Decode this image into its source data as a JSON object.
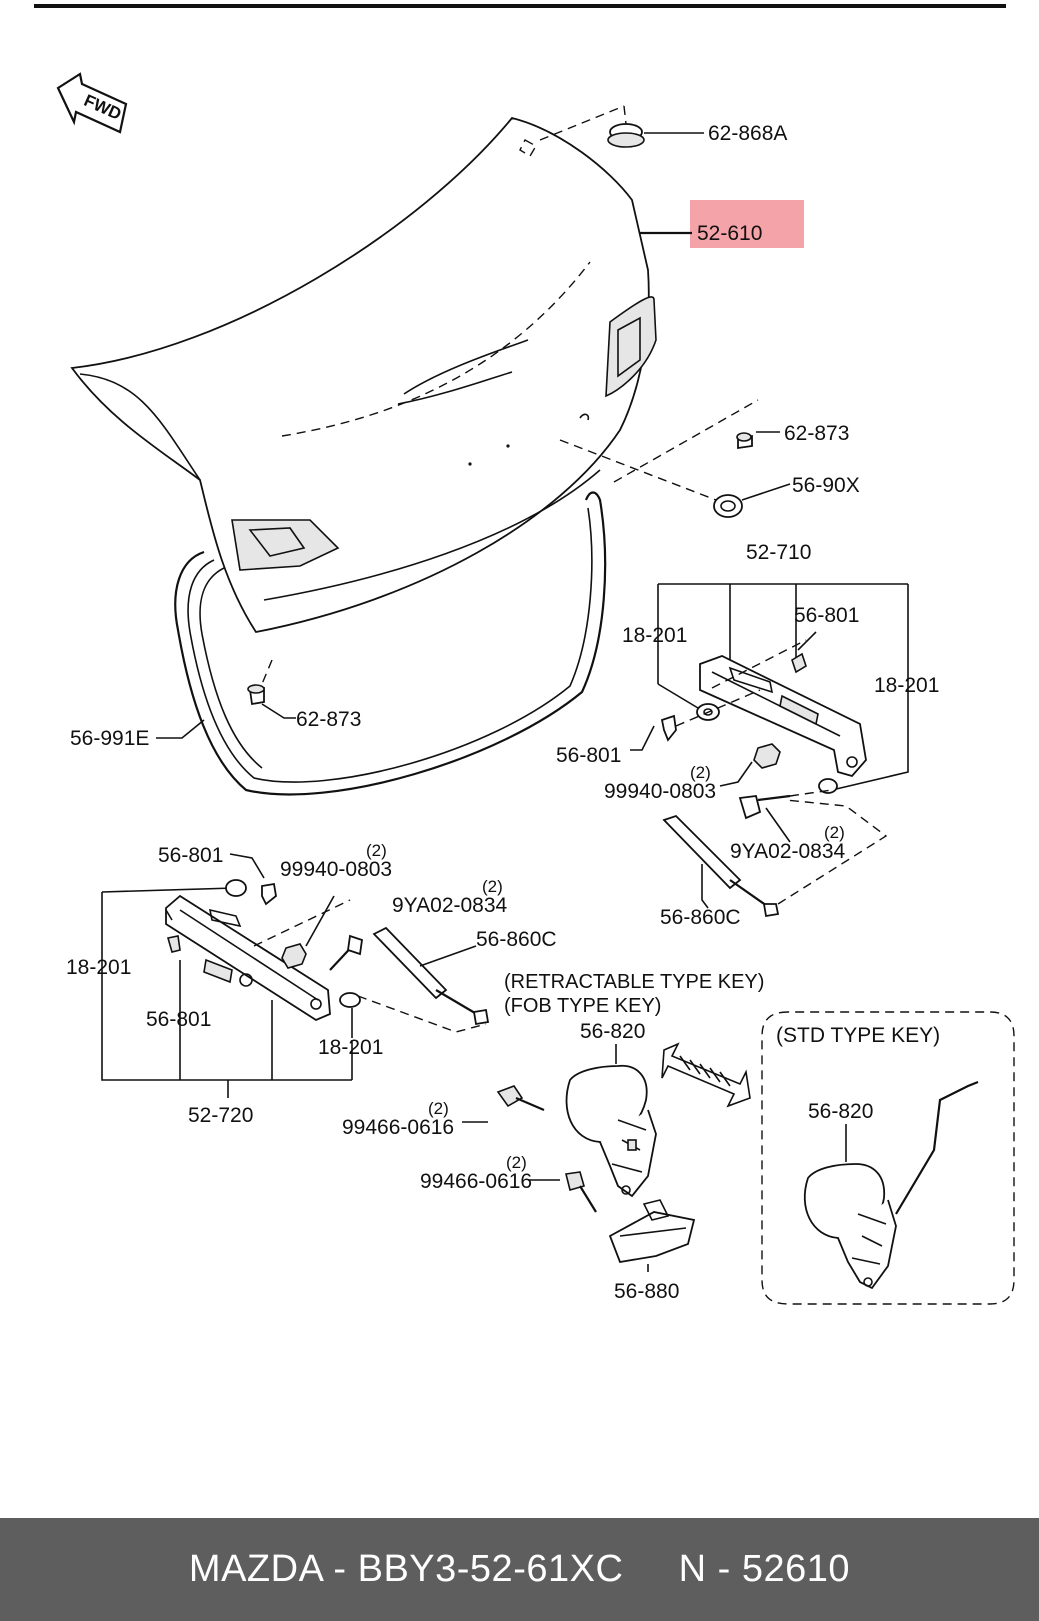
{
  "labels": {
    "p_62_868A": "62-868A",
    "p_52_610": "52-610",
    "p_62_873_top": "62-873",
    "p_56_90X": "56-90X",
    "p_62_873_left": "62-873",
    "p_56_991E": "56-991E",
    "p_52_710": "52-710",
    "p_18_201_r1": "18-201",
    "p_56_801_r1": "56-801",
    "p_18_201_r2": "18-201",
    "p_56_801_r2": "56-801",
    "p_99940_r": "99940-0803",
    "q_99940_r": "(2)",
    "p_9YA02_r": "9YA02-0834",
    "q_9YA02_r": "(2)",
    "p_56_860C_r": "56-860C",
    "p_56_801_l1": "56-801",
    "p_99940_l": "99940-0803",
    "q_99940_l": "(2)",
    "p_9YA02_l": "9YA02-0834",
    "q_9YA02_l": "(2)",
    "p_56_860C_l": "56-860C",
    "p_18_201_l1": "18-201",
    "p_56_801_l2": "56-801",
    "p_18_201_l2": "18-201",
    "p_52_720": "52-720",
    "hdr_retract": "(RETRACTABLE TYPE KEY)",
    "hdr_fob": "(FOB TYPE KEY)",
    "p_56_820": "56-820",
    "hdr_std": "(STD TYPE KEY)",
    "p_56_820_std": "56-820",
    "p_99466_a": "99466-0616",
    "q_99466_a": "(2)",
    "p_99466_b": "99466-0616",
    "q_99466_b": "(2)",
    "p_56_880": "56-880",
    "fwd": "FWD"
  },
  "highlight": {
    "part": "52-610",
    "color": "#f4a3a8"
  },
  "footer": {
    "text": "MAZDA - BBY3-52-61XC     N - 52610"
  }
}
